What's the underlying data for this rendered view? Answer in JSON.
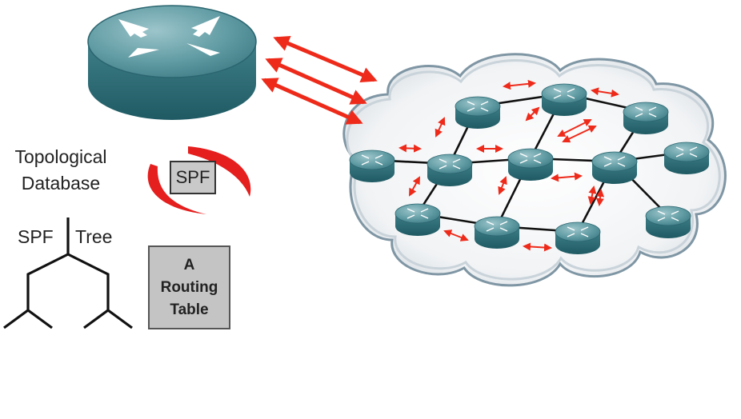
{
  "labels": {
    "topological_database": [
      "Topological",
      "Database"
    ],
    "spf_tree_left": "SPF",
    "spf_tree_right": "Tree",
    "spf_box": "SPF",
    "routing_table": [
      "A",
      "Routing",
      "Table"
    ]
  },
  "colors": {
    "arrow": "#ee2a1a",
    "router_top": "#5f9aa2",
    "router_side": "#2f6f78",
    "link": "#111111",
    "cloud_fill": "#f3f5f7",
    "cloud_edge": "#8fa1ae",
    "box_fill": "#c6c6c6"
  },
  "icons": {
    "large_router": "router-icon",
    "network_node": "router-icon",
    "spf_arc": "spf-arc-icon",
    "tree": "spf-tree-icon"
  }
}
